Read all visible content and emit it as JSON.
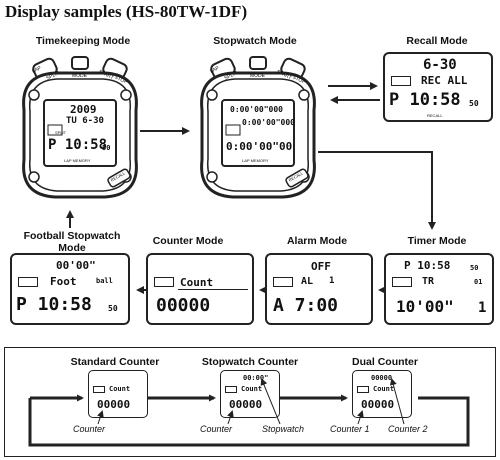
{
  "page_title": "Display samples (HS-80TW-1DF)",
  "modes": {
    "timekeeping": {
      "label": "Timekeeping Mode",
      "line1": "2009",
      "line2": "TU 6-30",
      "main": "P 10:58",
      "sec": "50"
    },
    "stopwatch": {
      "label": "Stopwatch Mode",
      "line1": "0:00'00\"000",
      "line2": "0:00'00\"000",
      "main": "0:00'00\"00"
    },
    "recall": {
      "label": "Recall Mode",
      "line1": "6-30",
      "line2": "REC ALL",
      "main": "P 10:58",
      "sec": "50",
      "footer": "RECALL"
    },
    "timer": {
      "label": "Timer Mode",
      "line1": "P 10:58",
      "line1sec": "50",
      "line2": "TR",
      "line2b": "01",
      "main": "10'00\"",
      "mainb": "1"
    },
    "alarm": {
      "label": "Alarm Mode",
      "line1": "OFF",
      "line2": "AL",
      "line2b": "1",
      "main": "A 7:00"
    },
    "counter": {
      "label": "Counter Mode",
      "line2": "Count",
      "main": "00000"
    },
    "football": {
      "label": "Football Stopwatch Mode",
      "line1": "00'00\"",
      "line2": "Foot",
      "line2b": "ball",
      "main": "P 10:58",
      "sec": "50"
    }
  },
  "watch_buttons": {
    "lap": "LAP",
    "split": "SPLIT",
    "mode": "MODE",
    "start": "START",
    "stop": "STOP",
    "recall": "RECALL"
  },
  "watch_face_labels": {
    "split": "SPLIT",
    "lap_memory": "LAP MEMORY"
  },
  "counters": {
    "standard": {
      "label": "Standard Counter",
      "line2": "Count",
      "main": "00000",
      "sub1": "Counter"
    },
    "stopwatch": {
      "label": "Stopwatch Counter",
      "line1": "00:00\"",
      "line2": "Count",
      "main": "00000",
      "sub1": "Counter",
      "sub2": "Stopwatch"
    },
    "dual": {
      "label": "Dual Counter",
      "line1": "00000",
      "line2": "Count",
      "main": "00000",
      "sub1": "Counter 1",
      "sub2": "Counter 2"
    }
  }
}
